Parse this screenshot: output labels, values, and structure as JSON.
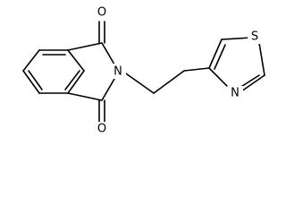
{
  "molecule": {
    "atoms": {
      "o1": "O",
      "o2": "O",
      "n1": "N",
      "n2": "N",
      "s1": "S"
    },
    "colors": {
      "bond": "#000000",
      "label": "#000000",
      "background": "#ffffff"
    }
  }
}
